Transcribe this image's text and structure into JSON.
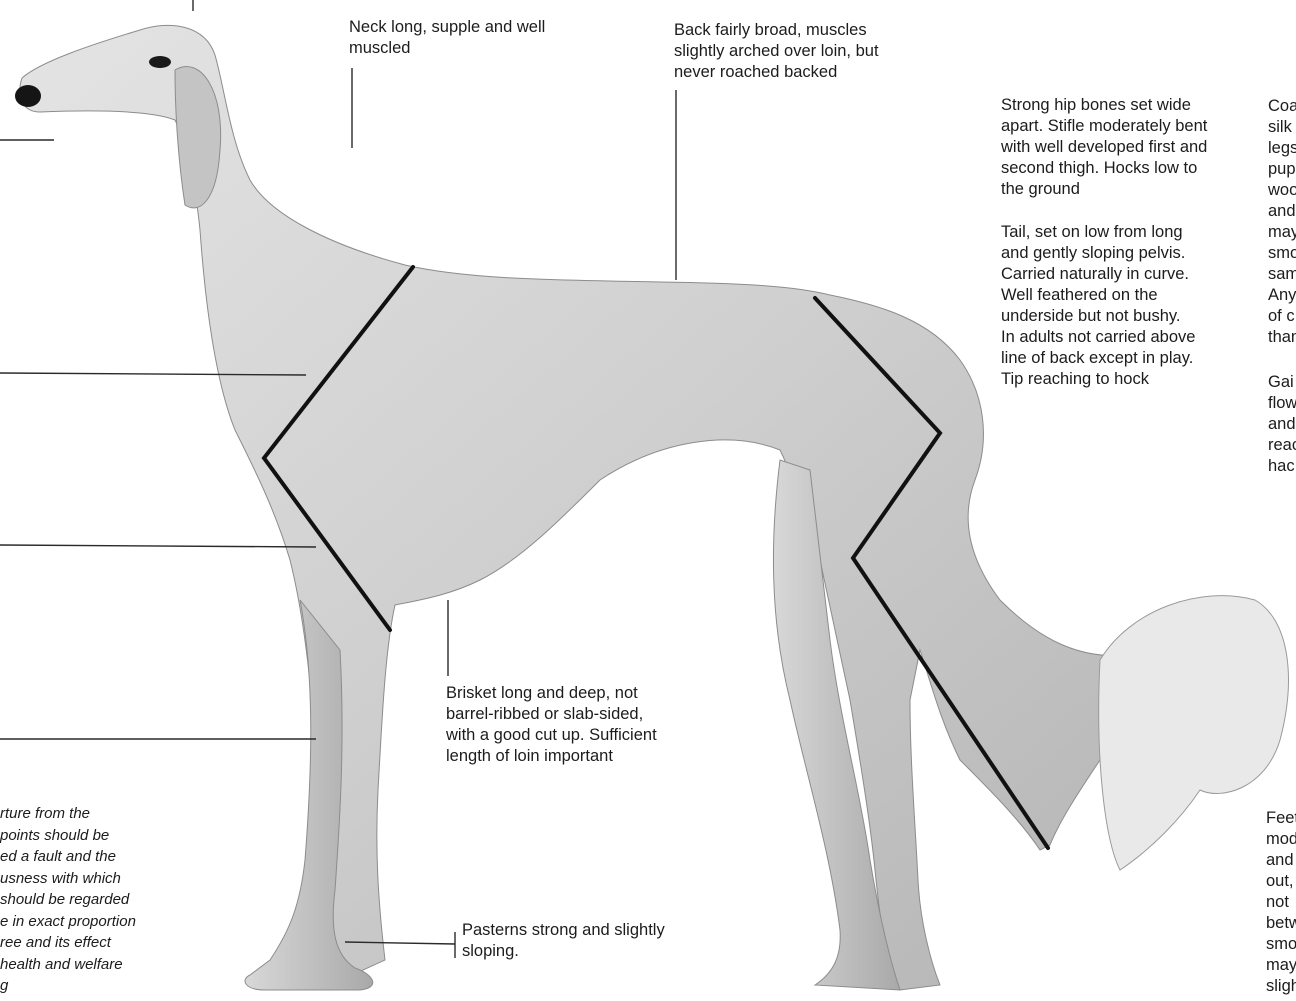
{
  "colors": {
    "background": "#ffffff",
    "text": "#1c1c1c",
    "leader_line": "#2a2a2a",
    "angle_line": "#111111",
    "dog_fill": "#d2d2d2"
  },
  "labels": {
    "neck": "Neck long, supple and well\nmuscled",
    "back": "Back fairly broad, muscles\nslightly arched over loin, but\nnever roached backed",
    "hindquarters": "Strong hip bones set wide\napart. Stifle moderately bent\nwith well developed first and\nsecond thigh. Hocks low to\nthe ground",
    "tail": "Tail, set on low from long\nand gently sloping pelvis.\nCarried naturally in curve.\nWell feathered on the\nunderside but not bushy.\nIn adults not carried above\nline of back except in play.\nTip reaching to hock",
    "coat": "Coa\nsilk\nlegs\npup\nwoo\nand\nmay\nsmo\nsam\nAny\nof c\nthan",
    "gait": "Gai\nflow\nand\nreac\nhac",
    "brisket": "Brisket long and deep, not\nbarrel-ribbed or slab-sided,\nwith a good cut up. Sufficient\nlength of loin important",
    "pasterns": "Pasterns strong and slightly\nsloping.",
    "feet": "Feet\nmod\nand\nout,\nnot\nbetw\nsmo\nmay\nsligh",
    "faults": "rture from the\n points should be\ned a fault and the\nusness with which\nshould be regarded\ne in exact proportion\nree and its effect\n health and welfare\ng"
  }
}
